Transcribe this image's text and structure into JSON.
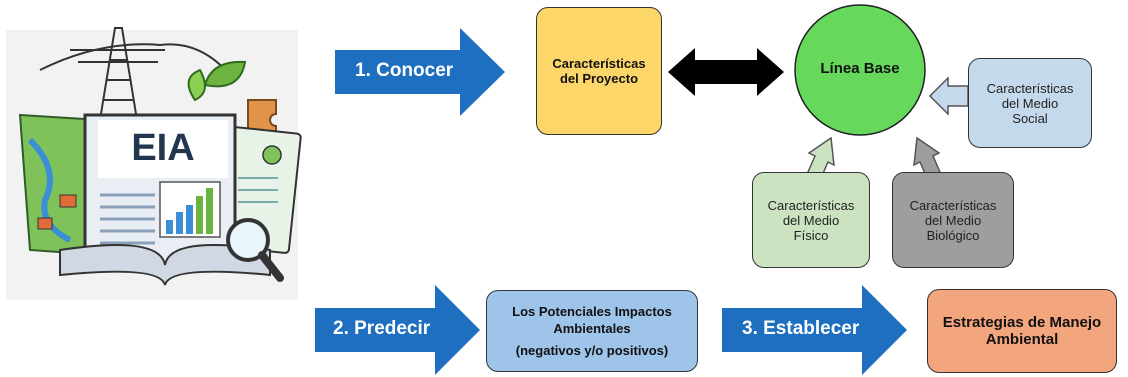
{
  "illustration": {
    "doc_title": "EIA",
    "icon": "eia-document-illustration"
  },
  "steps": {
    "conocer": "1. Conocer",
    "predecir": "2. Predecir",
    "establecer": "3. Establecer"
  },
  "boxes": {
    "proyecto": [
      "Características",
      "del Proyecto"
    ],
    "linea_base": "Línea Base",
    "social": [
      "Características",
      "del Medio",
      "Social"
    ],
    "fisico": [
      "Características",
      "del Medio",
      "Físico"
    ],
    "biologico": [
      "Características",
      "del Medio",
      "Biológico"
    ],
    "impactos": [
      "Los Potenciales Impactos",
      "Ambientales",
      "(negativos y/o positivos)"
    ],
    "estrategias": [
      "Estrategias de Manejo",
      "Ambiental"
    ]
  },
  "colors": {
    "blue_arrow": "#1f6fc0",
    "yellow": "#fcd669",
    "green": "#66d95d",
    "light_blue": "#c5d9ec",
    "light_green": "#cce3c1",
    "gray": "#9e9e9e",
    "impact_blue": "#9fc4ea",
    "orange": "#f3a57e"
  }
}
